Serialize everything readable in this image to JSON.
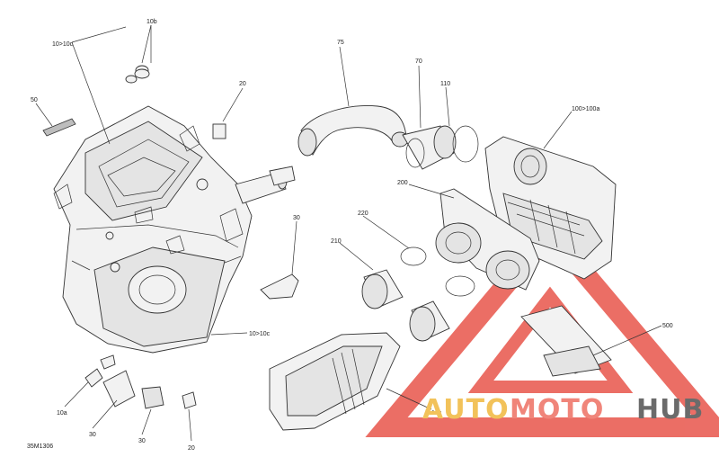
{
  "labels": {
    "l10b": "10b",
    "l10to10c_a": "10>10c",
    "l50": "50",
    "l20_top": "20",
    "l75": "75",
    "l70": "70",
    "l110": "110",
    "l100to100a": "100>100a",
    "l30_right": "30",
    "l200": "200",
    "l220": "220",
    "l210": "210",
    "l10to10c_b": "10>10c",
    "l500": "500",
    "l10a": "10a",
    "l30_b1": "30",
    "l30_b2": "30",
    "l20_bottom": "20",
    "l10c": "10c"
  },
  "drawing_ref": "35M1306",
  "watermark": {
    "word_part1": "AUTO",
    "word_part2": "MOTO",
    "word_part3": "HUB",
    "color_part1": "#f2c25a",
    "color_part2": "#f0857a",
    "color_part3": "#6b6b6b",
    "triangle_color": "#e8554b"
  }
}
